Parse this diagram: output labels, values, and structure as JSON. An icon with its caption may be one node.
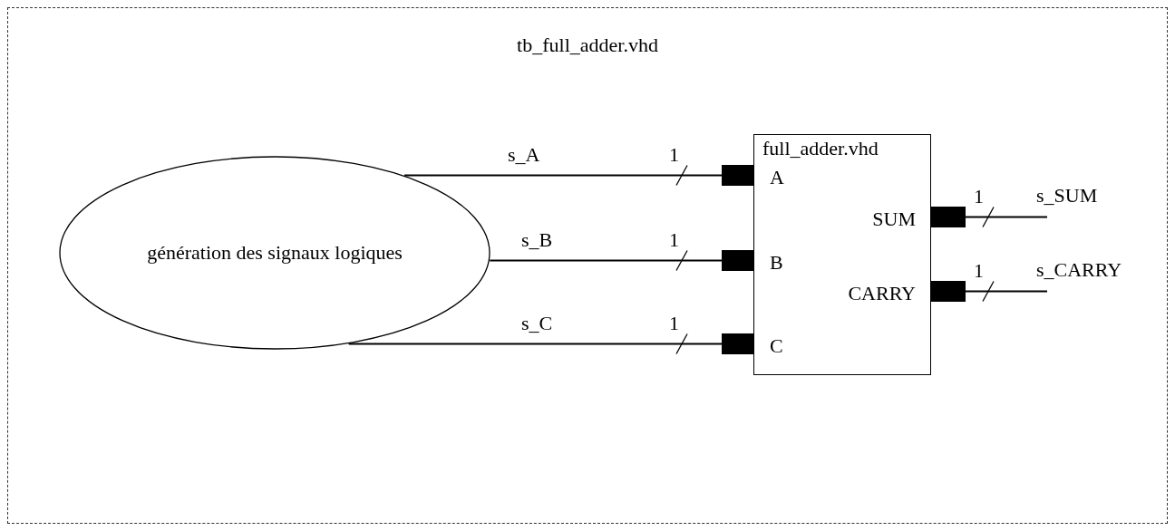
{
  "diagram": {
    "nodes": [
      {
        "text": [
          "tb_full_adder.vhd"
        ]
      },
      {
        "text": [
          "génération des signaux logiques"
        ],
        "in": 0
      },
      {
        "text": [
          "full_adder.vhd",
          "A",
          "B",
          "C",
          "SUM",
          "CARRY"
        ],
        "in": 0
      },
      {
        "text": [],
        "shape": "box",
        "in": 0
      },
      {
        "text": [],
        "shape": "box",
        "in": 0
      },
      {
        "text": [],
        "shape": "box",
        "in": 0
      },
      {
        "text": [],
        "shape": "box",
        "in": 0
      },
      {
        "text": [],
        "shape": "box",
        "in": 0
      }
    ],
    "edges": [
      {
        "from": 1,
        "to": 3,
        "arrow": "none",
        "label": "s_A"
      },
      {
        "from": 1,
        "to": 4,
        "arrow": "none",
        "label": "s_B"
      },
      {
        "from": 1,
        "to": 5,
        "arrow": "none",
        "label": "s_C"
      },
      {
        "from": 6,
        "to": null,
        "arrow": "none",
        "label": "s_SUM"
      },
      {
        "from": 7,
        "to": null,
        "arrow": "none",
        "label": "s_CARRY"
      }
    ],
    "labels": [
      "1",
      "1",
      "1",
      "1",
      "1"
    ]
  }
}
